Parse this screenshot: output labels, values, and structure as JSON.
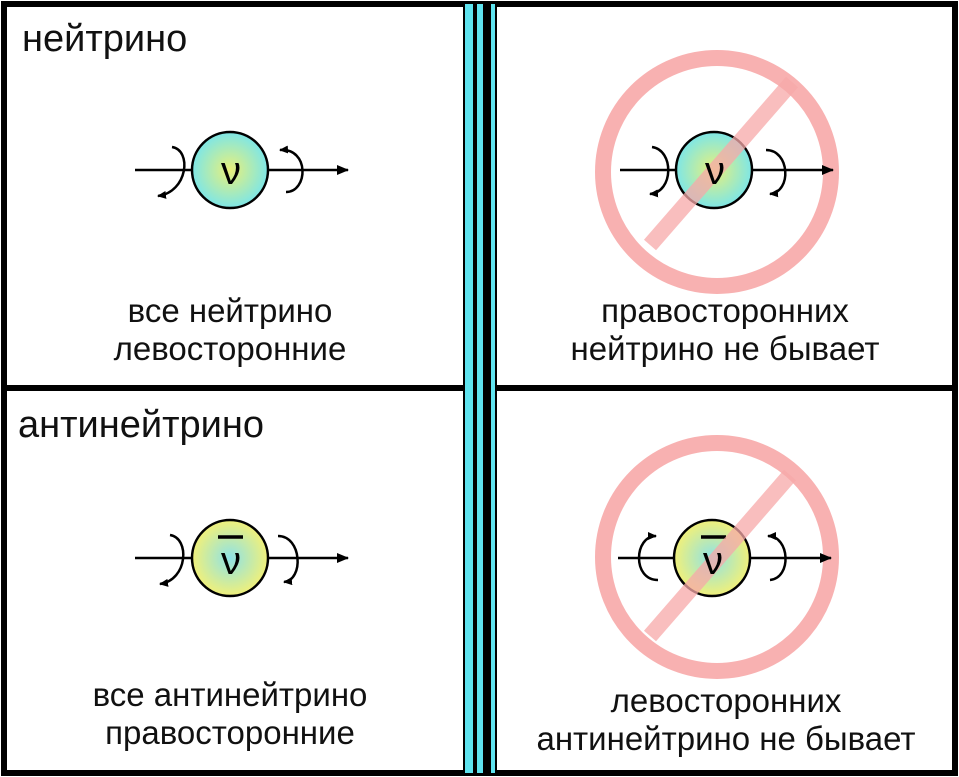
{
  "panels": {
    "neutrino": {
      "heading": "нейтрино",
      "allowed": {
        "particle_symbol": "ν",
        "caption_line1": "все нейтрино",
        "caption_line2": "левосторонние"
      },
      "forbidden": {
        "particle_symbol": "ν",
        "caption_line1": "правосторонних",
        "caption_line2": "нейтрино не бывает"
      }
    },
    "antineutrino": {
      "heading": "антинейтрино",
      "allowed": {
        "particle_symbol": "ν",
        "caption_line1": "все антинейтрино",
        "caption_line2": "правосторонние"
      },
      "forbidden": {
        "particle_symbol": "ν",
        "caption_line1": "левосторонних",
        "caption_line2": "антинейтрино не бывает"
      }
    }
  },
  "icons": {
    "prohibition": "no-entry-sign-icon",
    "direction": "arrow-right-icon",
    "rotation": "circular-spin-arrow-icon"
  },
  "colors": {
    "border": "#000000",
    "divider_accent": "#5fe3ef",
    "prohibition": "#f7a9a9",
    "neutrino_center": "#e8f07a",
    "neutrino_edge": "#7ee6e6",
    "antineutrino_center": "#8ee2e6",
    "antineutrino_edge": "#f0f07a"
  }
}
